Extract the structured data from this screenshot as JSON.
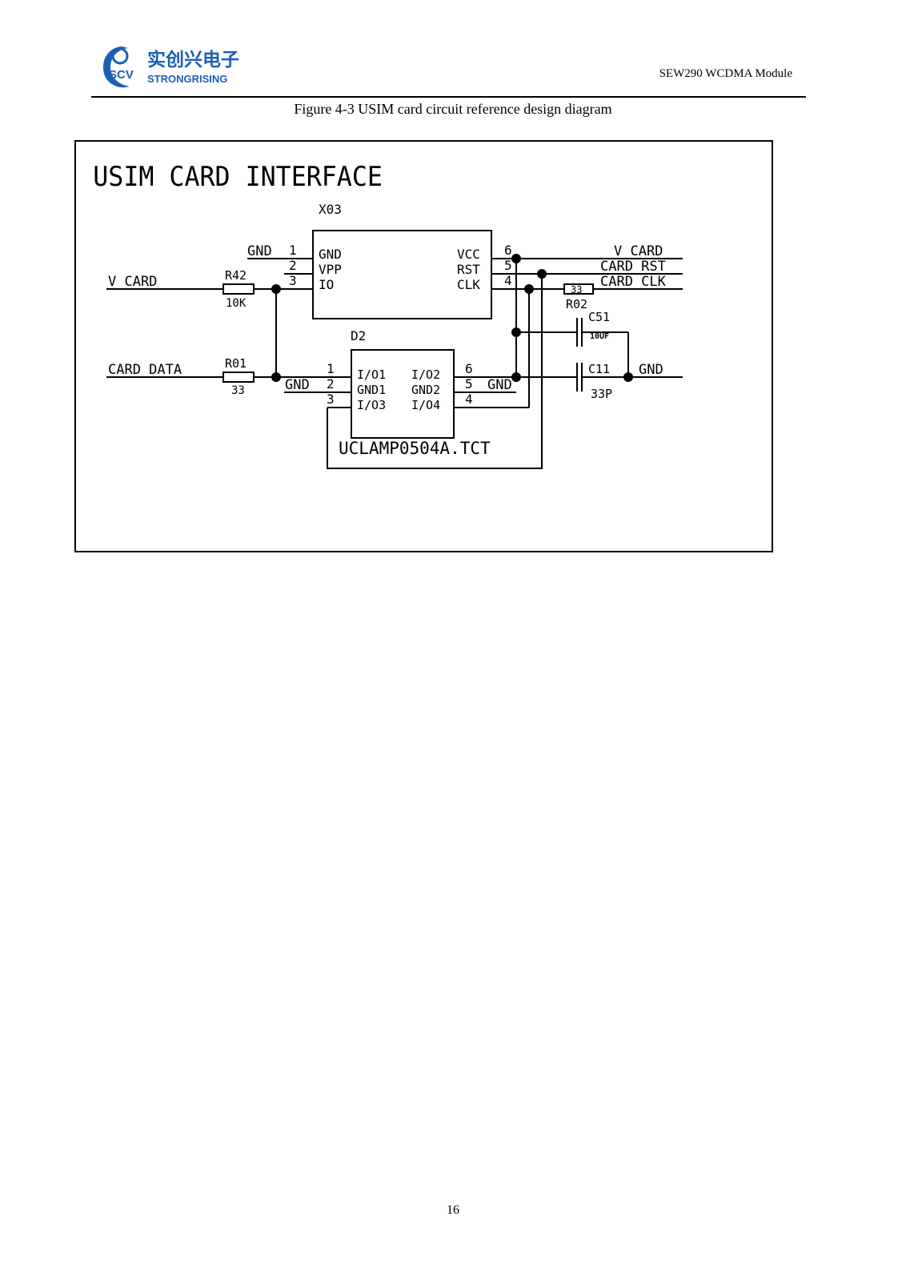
{
  "header": {
    "logo_cn": "实创兴电子",
    "logo_en": "STRONGRISING",
    "logo_mark": "SCV",
    "doc_title": "SEW290  WCDMA Module",
    "brand_color": "#1a5fb4"
  },
  "caption": "Figure 4-3 USIM card circuit reference design diagram",
  "schematic": {
    "title": "USIM CARD INTERFACE",
    "x03": {
      "ref": "X03",
      "pins_left": [
        "GND",
        "VPP",
        "IO"
      ],
      "pins_right": [
        "VCC",
        "RST",
        "CLK"
      ],
      "pin_nums_left": [
        "1",
        "2",
        "3"
      ],
      "pin_nums_right": [
        "6",
        "5",
        "4"
      ]
    },
    "d2": {
      "ref": "D2",
      "pins_left": [
        "I/O1",
        "GND1",
        "I/O3"
      ],
      "pins_right": [
        "I/O2",
        "GND2",
        "I/O4"
      ],
      "pin_nums_left": [
        "1",
        "2",
        "3"
      ],
      "pin_nums_right": [
        "6",
        "5",
        "4"
      ],
      "part": "UCLAMP0504A.TCT"
    },
    "nets": {
      "gnd": "GND",
      "v_card": "V_CARD",
      "card_data": "CARD_DATA",
      "card_rst": "CARD_RST",
      "card_clk": "CARD_CLK"
    },
    "r42": {
      "ref": "R42",
      "value": "10K"
    },
    "r01": {
      "ref": "R01",
      "value": "33"
    },
    "r02": {
      "ref": "R02",
      "value": "33"
    },
    "c51": {
      "ref": "C51",
      "value": "10UF"
    },
    "c11": {
      "ref": "C11",
      "value": "33P"
    }
  },
  "page_number": "16"
}
